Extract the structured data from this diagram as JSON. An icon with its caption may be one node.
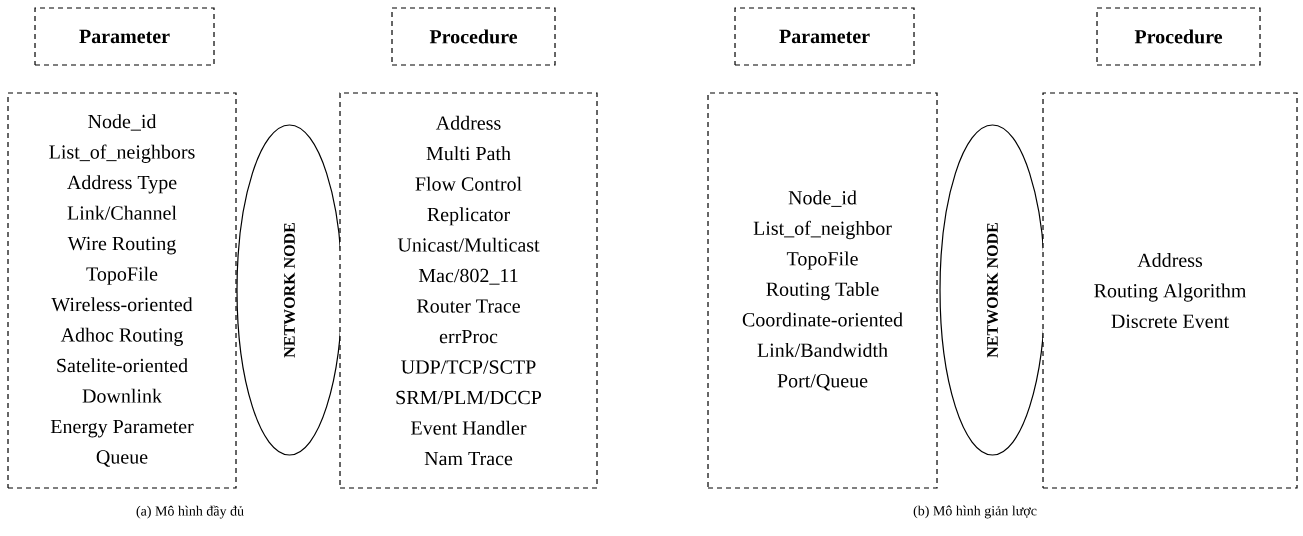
{
  "diagram": {
    "nodes": [
      {
        "text": [
          "Parameter"
        ]
      },
      {
        "text": [
          "Procedure"
        ]
      },
      {
        "text": [
          "Node_id",
          "List_of_neighbors",
          "Address Type",
          "Link/Channel",
          "Wire Routing",
          "TopoFile",
          "Wireless-oriented",
          "Adhoc Routing",
          "Satelite-oriented",
          "Downlink",
          "Energy Parameter",
          "Queue"
        ]
      },
      {
        "text": [
          "NETWORK NODE"
        ]
      },
      {
        "text": [
          "Address",
          "Multi Path",
          "Flow Control",
          "Replicator",
          "Unicast/Multicast",
          "Mac/802_11",
          "Router Trace",
          "errProc",
          "UDP/TCP/SCTP",
          "SRM/PLM/DCCP",
          "Event Handler",
          "Nam Trace"
        ]
      },
      {
        "text": [
          "Parameter"
        ]
      },
      {
        "text": [
          "Procedure"
        ]
      },
      {
        "text": [
          "Node_id",
          "List_of_neighbor",
          "TopoFile",
          "Routing Table",
          "Coordinate-oriented",
          "Link/Bandwidth",
          "Port/Queue"
        ]
      },
      {
        "text": [
          "NETWORK NODE"
        ]
      },
      {
        "text": [
          "Address",
          "Routing Algorithm",
          "Discrete Event"
        ]
      }
    ],
    "labels": [
      "(a) Mô hình đầy đủ",
      "(b) Mô hình giản lược"
    ]
  }
}
